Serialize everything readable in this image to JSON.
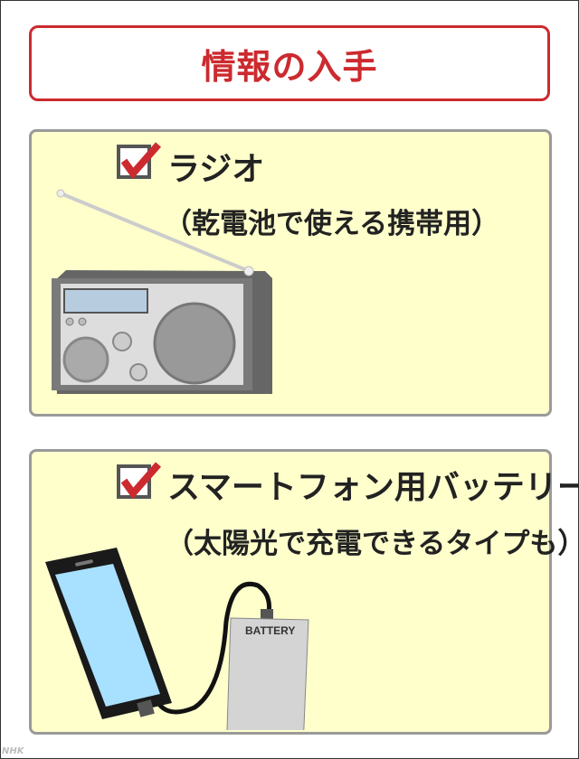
{
  "title": "情報の入手",
  "items": [
    {
      "heading": "ラジオ",
      "note": "（乾電池で使える携帯用）",
      "checked": true
    },
    {
      "heading": "スマートフォン用バッテリー",
      "note": "（太陽光で充電できるタイプも）",
      "checked": true,
      "battery_label": "BATTERY"
    }
  ],
  "watermark": "NHK",
  "colors": {
    "accent": "#cc2a2f",
    "panel_bg": "#ffffcc",
    "panel_border": "#9a9a9a",
    "screen": "#a8e0ff"
  }
}
